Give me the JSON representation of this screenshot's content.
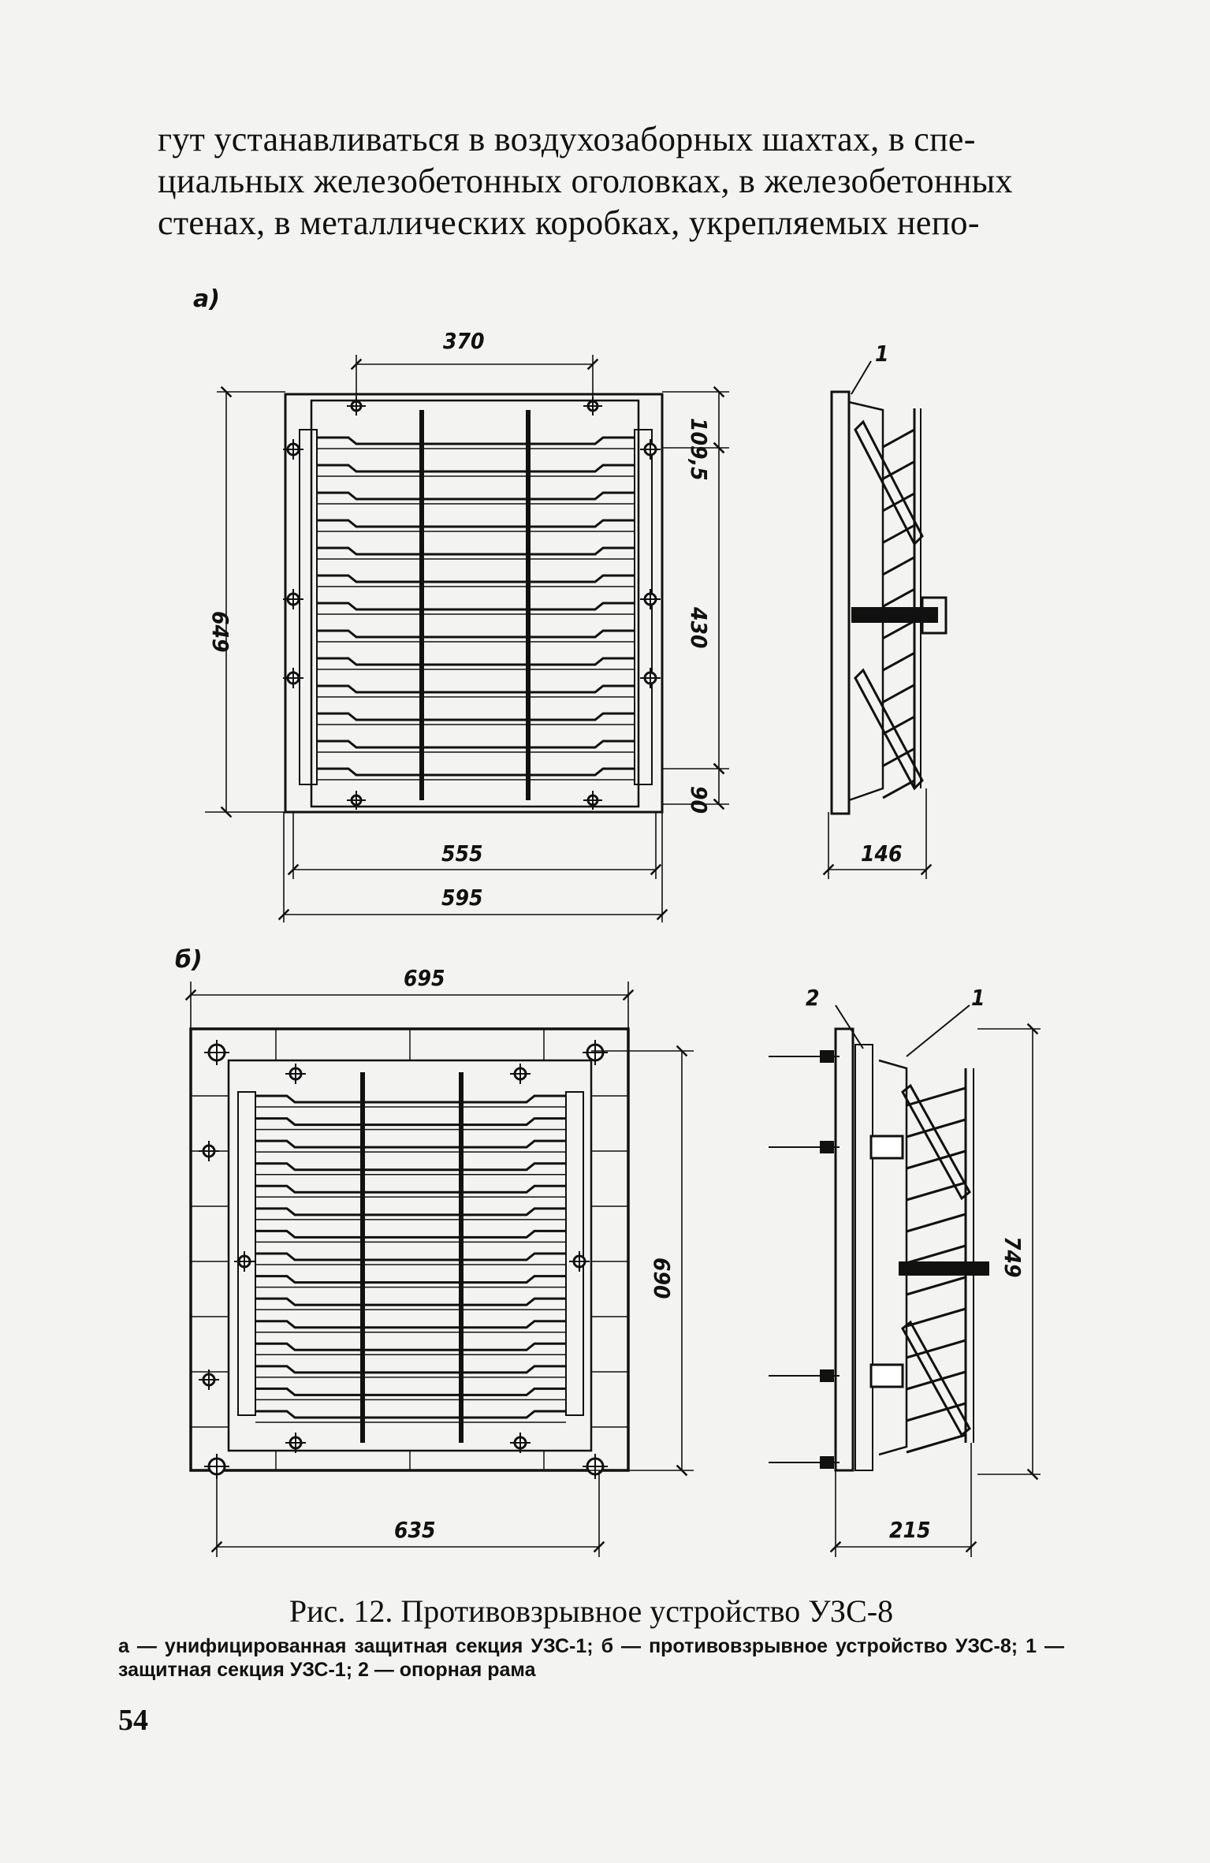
{
  "body_text": [
    "гут устанавливаться в воздухозаборных шахтах, в спе-",
    "циальных железобетонных оголовках, в железобетонных",
    "стенах, в металлических коробках, укрепляемых непо-"
  ],
  "figure": {
    "panel_a": {
      "label": "а)",
      "dims": {
        "top": "370",
        "height": "649",
        "top_offset": "109,5",
        "mid": "430",
        "bottom": "90",
        "inner_width": "555",
        "outer_width": "595",
        "side_depth": "146",
        "callout": "1"
      }
    },
    "panel_b": {
      "label": "б)",
      "dims": {
        "outer_width": "695",
        "height": "690",
        "inner_width": "635",
        "side_height": "749",
        "side_depth": "215",
        "callout_2": "2",
        "callout_1": "1"
      }
    },
    "caption_title": "Рис. 12. Противовзрывное устройство УЗС-8",
    "caption_legend": "а — унифицированная защитная секция УЗС-1; б — противовзрывное устройство УЗС-8; 1 — защитная секция УЗС-1; 2 — опорная рама"
  },
  "page_number": "54"
}
